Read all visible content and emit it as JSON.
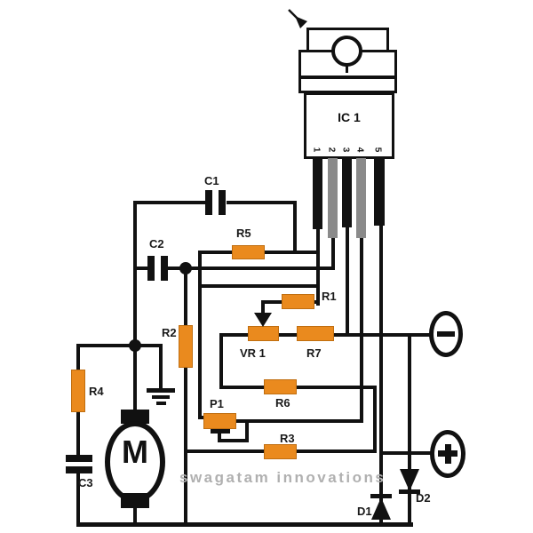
{
  "watermark": "swagatam innovations",
  "ic": {
    "label": "IC 1",
    "pin_numbers": [
      "1",
      "2",
      "3",
      "4",
      "5"
    ]
  },
  "labels": {
    "c1": "C1",
    "c2": "C2",
    "c3": "C3",
    "r1": "R1",
    "r2": "R2",
    "r3": "R3",
    "r4": "R4",
    "r5": "R5",
    "r6": "R6",
    "r7": "R7",
    "vr1": "VR 1",
    "p1": "P1",
    "d1": "D1",
    "d2": "D2",
    "motor": "M",
    "minus_terminal": "-",
    "plus_terminal": "+"
  },
  "colors": {
    "resistor": "#EA8A1E",
    "resistor_border": "#c06e10",
    "pin_gray": "#8a8a8a",
    "wire": "#111111",
    "watermark": "#b0b0b0"
  }
}
